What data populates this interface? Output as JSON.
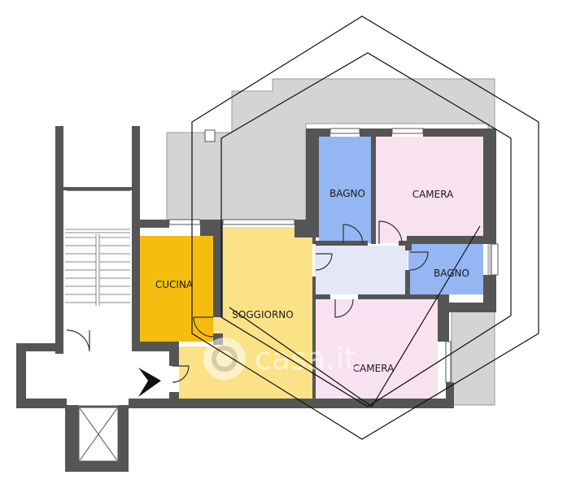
{
  "rooms": [
    {
      "id": "bagno-1",
      "label": "BAGNO"
    },
    {
      "id": "camera-1",
      "label": "CAMERA"
    },
    {
      "id": "cucina",
      "label": "CUCINA"
    },
    {
      "id": "soggiorno",
      "label": "SOGGIORNO"
    },
    {
      "id": "bagno-2",
      "label": "BAGNO"
    },
    {
      "id": "camera-2",
      "label": "CAMERA"
    }
  ],
  "colors": {
    "wall": "#555555",
    "terrace": "#d4d4d4",
    "bagno": "#94b6f3",
    "camera": "#f8e2ef",
    "cucina": "#f5bd10",
    "soggiorno": "#fbe287",
    "corridor": "#e3e7f8",
    "stairs": "#ffffff"
  },
  "watermark": {
    "text": "casa.it",
    "icon": "casa-logo-icon"
  },
  "entrance_icon": "entrance-arrow-icon"
}
